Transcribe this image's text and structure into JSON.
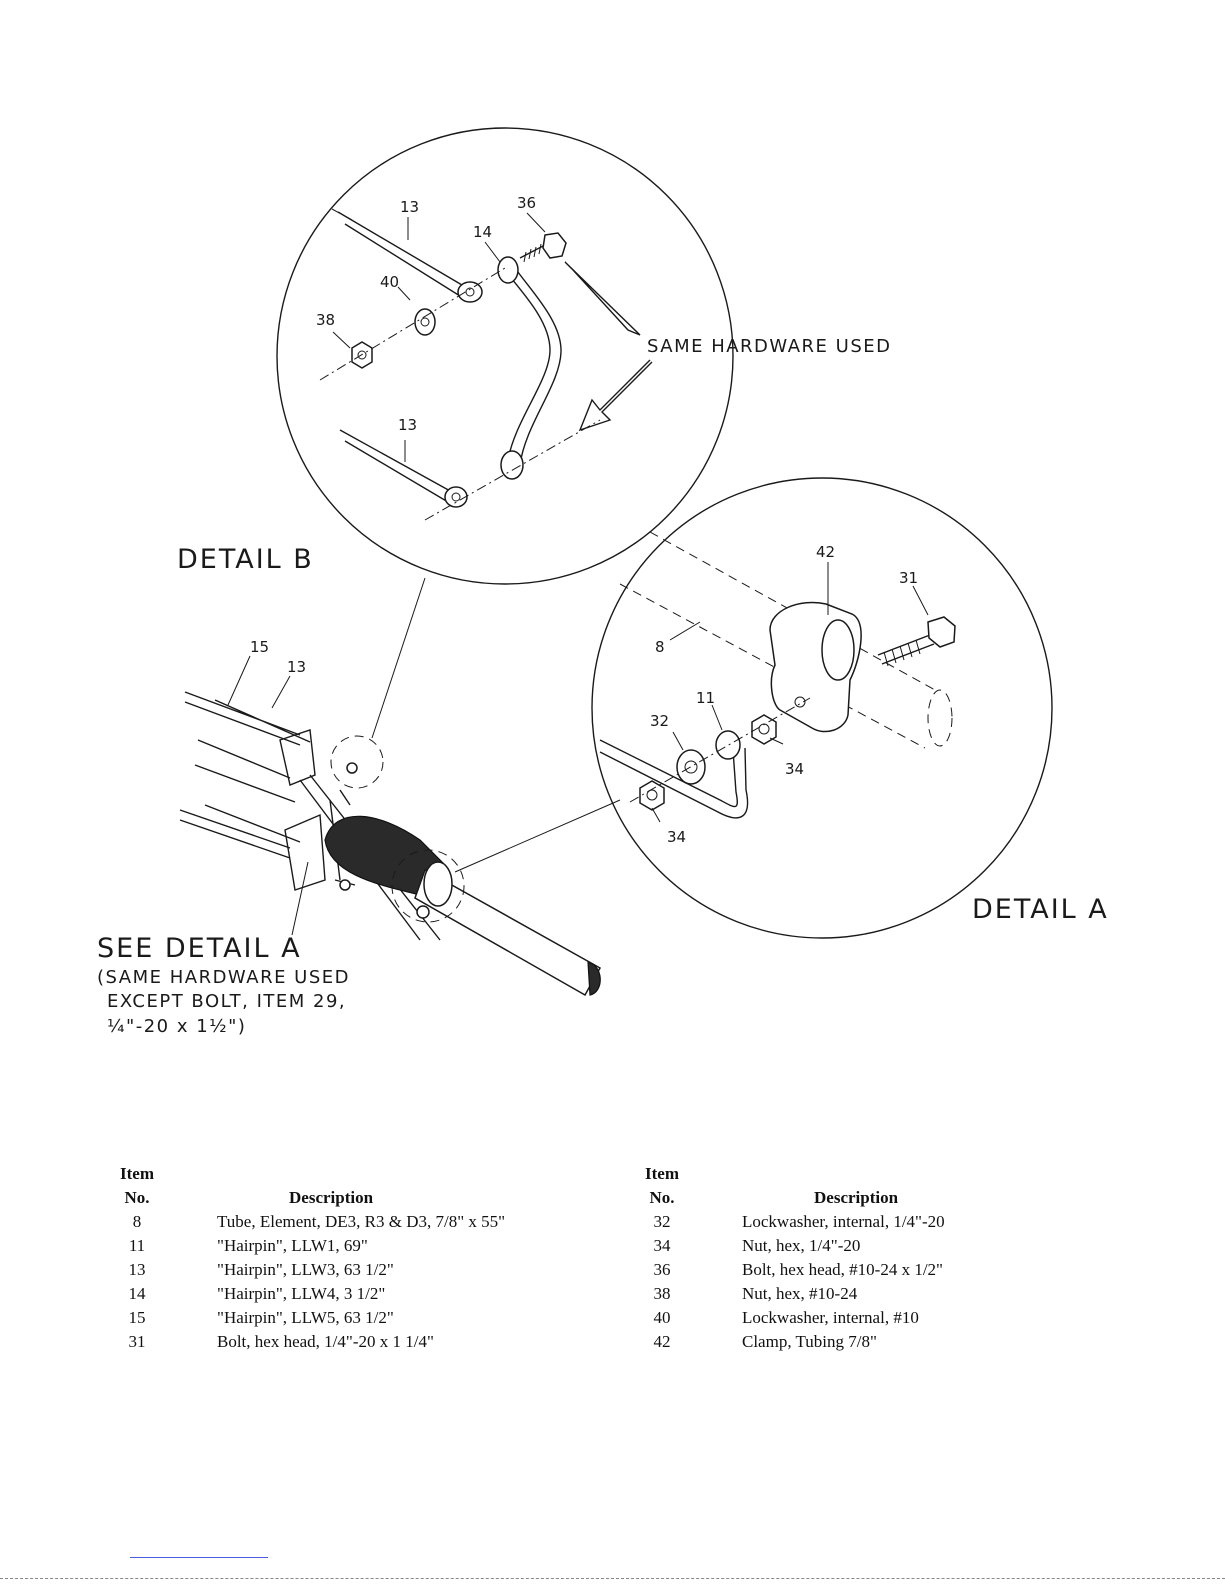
{
  "diagram": {
    "detail_b": {
      "label": "DETAIL B",
      "callouts": {
        "c13a": "13",
        "c36": "36",
        "c14": "14",
        "c40": "40",
        "c38": "38",
        "c13b": "13"
      },
      "note": "SAME HARDWARE USED"
    },
    "detail_a": {
      "label": "DETAIL A",
      "callouts": {
        "c42": "42",
        "c31": "31",
        "c8": "8",
        "c11": "11",
        "c32": "32",
        "c34a": "34",
        "c34b": "34"
      }
    },
    "assembly": {
      "callouts": {
        "c15": "15",
        "c13": "13"
      },
      "see_detail": "SEE DETAIL A",
      "note_lines": [
        "(SAME HARDWARE USED",
        "EXCEPT BOLT, ITEM 29,",
        "¼\"-20 x 1½\")"
      ]
    }
  },
  "parts_table": {
    "header_item": "Item",
    "header_no": "No.",
    "header_description": "Description",
    "left": [
      {
        "no": "8",
        "description": "Tube, Element, DE3, R3 & D3, 7/8\" x 55\""
      },
      {
        "no": "11",
        "description": "\"Hairpin\", LLW1, 69\""
      },
      {
        "no": "13",
        "description": "\"Hairpin\", LLW3, 63 1/2\""
      },
      {
        "no": "14",
        "description": "\"Hairpin\", LLW4, 3 1/2\""
      },
      {
        "no": "15",
        "description": "\"Hairpin\", LLW5, 63 1/2\""
      },
      {
        "no": "31",
        "description": "Bolt, hex head, 1/4\"-20 x 1 1/4\""
      }
    ],
    "right": [
      {
        "no": "32",
        "description": "Lockwasher, internal, 1/4\"-20"
      },
      {
        "no": "34",
        "description": "Nut, hex, 1/4\"-20"
      },
      {
        "no": "36",
        "description": "Bolt, hex head, #10-24 x 1/2\""
      },
      {
        "no": "38",
        "description": "Nut, hex, #10-24"
      },
      {
        "no": "40",
        "description": "Lockwasher, internal, #10"
      },
      {
        "no": "42",
        "description": "Clamp, Tubing 7/8\""
      }
    ]
  }
}
